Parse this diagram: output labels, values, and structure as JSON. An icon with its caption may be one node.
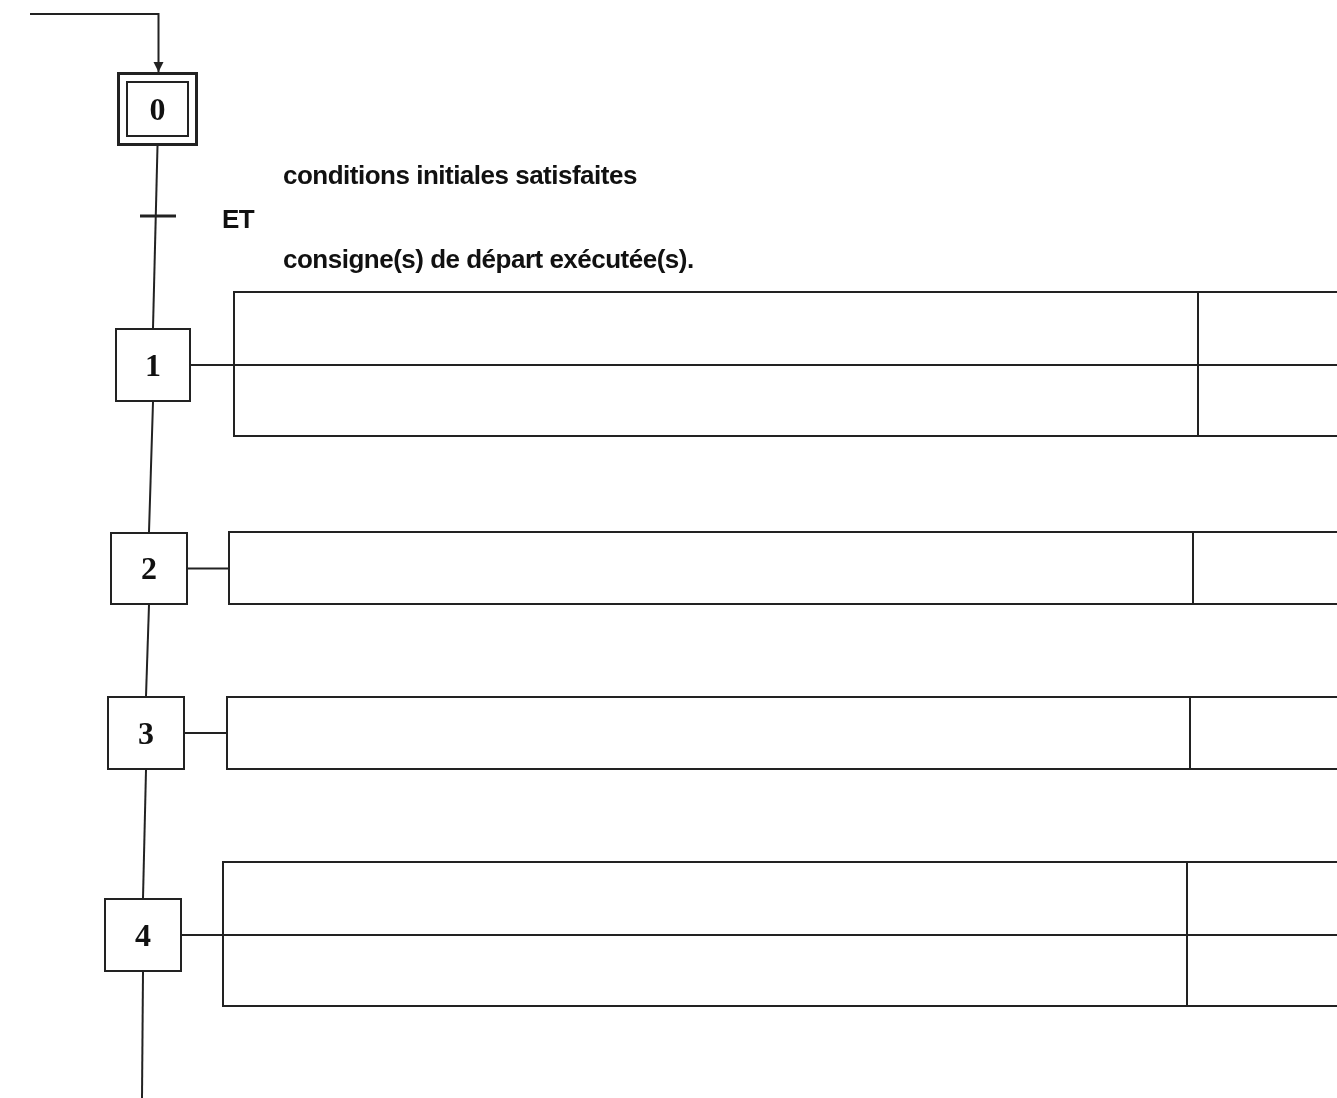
{
  "diagram": {
    "nodes": [
      {
        "text": [
          "0"
        ]
      },
      {
        "text": [
          "1"
        ]
      },
      {
        "text": [],
        "shape": "box"
      },
      {
        "text": [
          "2"
        ]
      },
      {
        "text": [],
        "shape": "box"
      },
      {
        "text": [
          "3"
        ]
      },
      {
        "text": [],
        "shape": "box"
      },
      {
        "text": [
          "4"
        ]
      },
      {
        "text": [],
        "shape": "box"
      }
    ],
    "edges": [
      {
        "from": null,
        "to": 0,
        "arrow": "to"
      },
      {
        "from": 0,
        "to": 1,
        "arrow": "none"
      },
      {
        "from": 1,
        "to": 2,
        "arrow": "none"
      },
      {
        "from": 1,
        "to": 3,
        "arrow": "none"
      },
      {
        "from": 3,
        "to": 4,
        "arrow": "none"
      },
      {
        "from": 3,
        "to": 5,
        "arrow": "none"
      },
      {
        "from": 5,
        "to": 6,
        "arrow": "none"
      },
      {
        "from": 5,
        "to": 7,
        "arrow": "none"
      },
      {
        "from": 7,
        "to": 8,
        "arrow": "none"
      },
      {
        "from": 7,
        "to": null,
        "arrow": "none"
      }
    ],
    "labels": [
      "conditions initiales satisfaites",
      "ET",
      "consigne(s) de départ exécutée(s)."
    ]
  }
}
